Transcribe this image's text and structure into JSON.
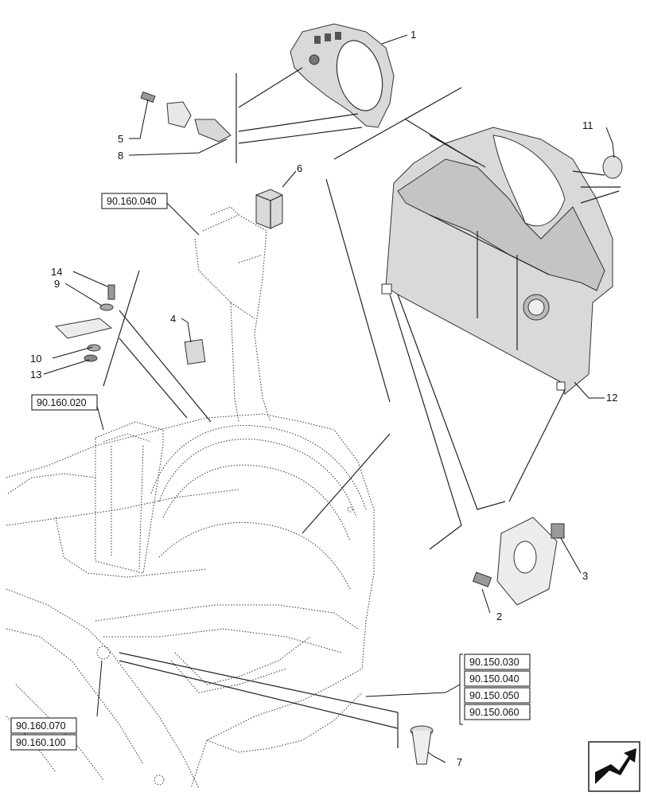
{
  "callouts": {
    "c1": "1",
    "c2": "2",
    "c3": "3",
    "c4": "4",
    "c5": "5",
    "c6": "6",
    "c7": "7",
    "c8": "8",
    "c9": "9",
    "c10": "10",
    "c11": "11",
    "c12": "12",
    "c13": "13",
    "c14": "14"
  },
  "references": {
    "r_160_040": "90.160.040",
    "r_160_020": "90.160.020",
    "r_160_070": "90.160.070",
    "r_160_100": "90.160.100",
    "r_150_030": "90.150.030",
    "r_150_040": "90.150.040",
    "r_150_050": "90.150.050",
    "r_150_060": "90.150.060"
  },
  "icons": {
    "nav": "return-arrow-icon"
  }
}
